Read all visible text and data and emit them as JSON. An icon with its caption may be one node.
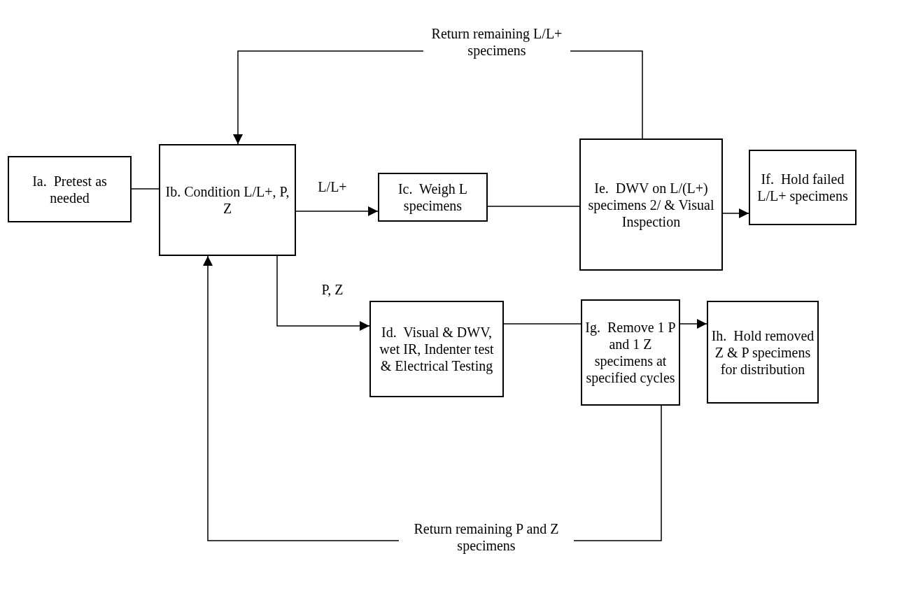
{
  "diagram": {
    "nodes": [
      {
        "text": [
          "Ia.  Pretest as needed"
        ]
      },
      {
        "text": [
          "Ib. Condition L/L+, P, Z"
        ]
      },
      {
        "text": [
          "Ic.  Weigh L specimens"
        ]
      },
      {
        "text": [
          "Ie.  DWV on L/(L+) specimens 2/ & Visual Inspection"
        ]
      },
      {
        "text": [
          "If.  Hold failed L/L+ specimens"
        ]
      },
      {
        "text": [
          "Id.  Visual & DWV, wet IR, Indenter test & Electrical Testing"
        ]
      },
      {
        "text": [
          "Ig.  Remove 1 P and 1 Z specimens at specified cycles"
        ]
      },
      {
        "text": [
          "Ih.  Hold removed Z & P specimens for distribution"
        ]
      }
    ],
    "edges": [
      {
        "from": 0,
        "to": 1,
        "arrow": "none"
      },
      {
        "from": 1,
        "to": 2,
        "arrow": "to",
        "label": "L/L+"
      },
      {
        "from": 1,
        "to": 5,
        "arrow": "to",
        "label": "P, Z"
      },
      {
        "from": 2,
        "to": 3,
        "arrow": "none"
      },
      {
        "from": 3,
        "to": 4,
        "arrow": "to"
      },
      {
        "from": 5,
        "to": 6,
        "arrow": "none"
      },
      {
        "from": 6,
        "to": 7,
        "arrow": "to"
      },
      {
        "from": 3,
        "to": 1,
        "arrow": "to",
        "label": "Return remaining L/L+ specimens"
      },
      {
        "from": 6,
        "to": 1,
        "arrow": "to",
        "label": "Return remaining P and Z specimens"
      }
    ]
  }
}
